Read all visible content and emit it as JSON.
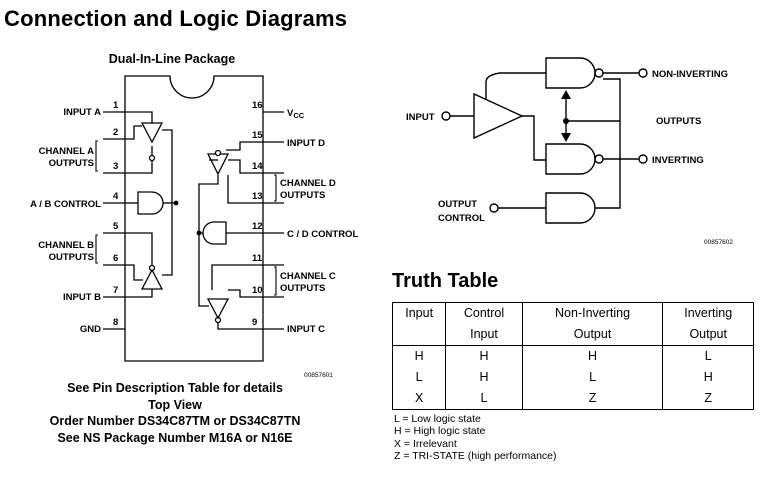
{
  "page": {
    "title": "Connection and Logic Diagrams"
  },
  "dip": {
    "title": "Dual-In-Line Package",
    "figure_id": "00857601",
    "labels": {
      "input_a": "INPUT A",
      "channel_a_outputs": [
        "CHANNEL A",
        "OUTPUTS"
      ],
      "ab_control": "A / B CONTROL",
      "channel_b_outputs": [
        "CHANNEL B",
        "OUTPUTS"
      ],
      "input_b": "INPUT B",
      "gnd": "GND",
      "vcc_v": "V",
      "vcc_sub": "CC",
      "input_d": "INPUT D",
      "channel_d_outputs": [
        "CHANNEL D",
        "OUTPUTS"
      ],
      "cd_control": "C / D CONTROL",
      "channel_c_outputs": [
        "CHANNEL C",
        "OUTPUTS"
      ],
      "input_c": "INPUT C"
    },
    "pins_left": [
      "1",
      "2",
      "3",
      "4",
      "5",
      "6",
      "7",
      "8"
    ],
    "pins_right": [
      "16",
      "15",
      "14",
      "13",
      "12",
      "11",
      "10",
      "9"
    ],
    "caption": [
      "See Pin Description Table for details",
      "Top View",
      "Order Number DS34C87TM or DS34C87TN",
      "See NS Package Number M16A or N16E"
    ]
  },
  "logic": {
    "input": "INPUT",
    "non_inverting": "NON-INVERTING",
    "outputs": "OUTPUTS",
    "inverting": "INVERTING",
    "output_control": [
      "OUTPUT",
      "CONTROL"
    ],
    "figure_id": "00857602"
  },
  "truth_table": {
    "title": "Truth Table",
    "headers": [
      [
        "Input",
        ""
      ],
      [
        "Control",
        "Input"
      ],
      [
        "Non-Inverting",
        "Output"
      ],
      [
        "Inverting",
        "Output"
      ]
    ],
    "rows": [
      [
        "H",
        "H",
        "H",
        "L"
      ],
      [
        "L",
        "H",
        "L",
        "H"
      ],
      [
        "X",
        "L",
        "Z",
        "Z"
      ]
    ]
  },
  "legend": [
    "L = Low logic state",
    "H = High logic state",
    "X = Irrelevant",
    "Z = TRI-STATE (high performance)"
  ]
}
